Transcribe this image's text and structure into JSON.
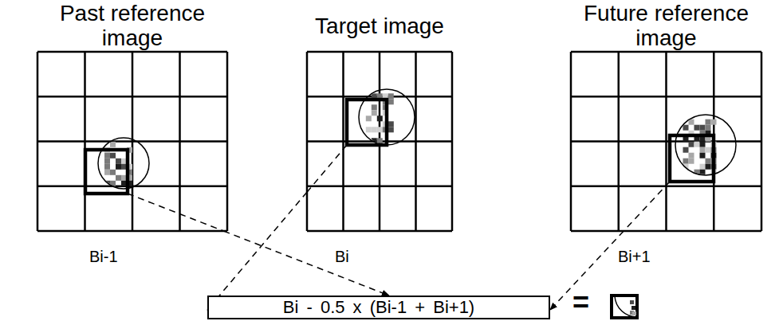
{
  "diagram": {
    "nodes": [
      {
        "text": [
          "Past reference image",
          "Bi-1"
        ]
      },
      {
        "text": [
          "Target image",
          "Bi"
        ]
      },
      {
        "text": [
          "Future reference image",
          "Bi+1"
        ]
      },
      {
        "text": [
          "Bi - 0.5 x (Bi-1 + Bi+1)"
        ]
      }
    ],
    "edges": [
      {
        "from": 0,
        "to": 3,
        "arrow": "to"
      },
      {
        "from": 1,
        "to": 3,
        "arrow": "to"
      },
      {
        "from": 2,
        "to": 3,
        "arrow": "to"
      }
    ],
    "labels": [
      "="
    ]
  }
}
